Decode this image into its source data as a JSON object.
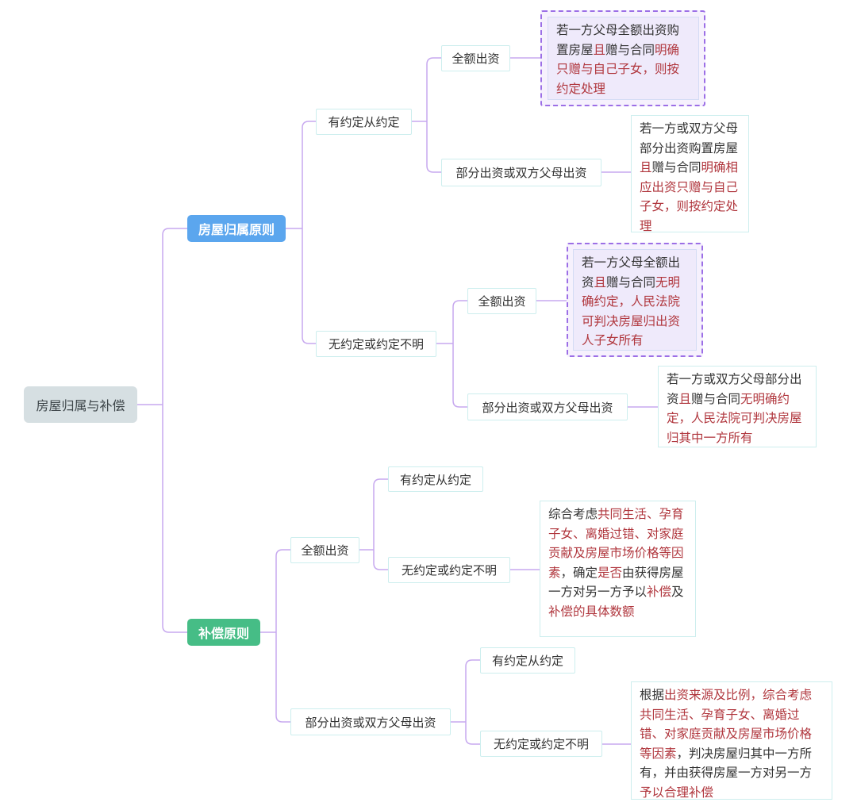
{
  "colors": {
    "line": "#c7a9ef",
    "highlight": "#b0363d",
    "blue": "#5ba6ee",
    "green": "#46bd86"
  },
  "root": "房屋归属与补偿",
  "ownership": {
    "label": "房屋归属原则",
    "agreed": {
      "label": "有约定从约定",
      "full": "全额出资",
      "partial": "部分出资或双方父母出资"
    },
    "unclear": {
      "label": "无约定或约定不明",
      "full": "全额出资",
      "partial": "部分出资或双方父母出资"
    }
  },
  "compensation": {
    "label": "补偿原则",
    "full": {
      "label": "全额出资",
      "agreed": "有约定从约定",
      "unclear": "无约定或约定不明"
    },
    "partial": {
      "label": "部分出资或双方父母出资",
      "agreed": "有约定从约定",
      "unclear": "无约定或约定不明"
    }
  },
  "notes": {
    "n1": [
      {
        "t": "若一方父母全额出资购置房屋"
      },
      {
        "t": "且",
        "hl": true
      },
      {
        "t": "赠与合同"
      },
      {
        "t": "明确只赠与自己子女，则按约定处理",
        "hl": true
      }
    ],
    "n2": [
      {
        "t": "若一方或双方父母部分出资购置房屋"
      },
      {
        "t": "且",
        "hl": true
      },
      {
        "t": "赠与合同"
      },
      {
        "t": "明确相应出资只赠与自己子女，则按约定处理",
        "hl": true
      }
    ],
    "n3": [
      {
        "t": "若一方父母全额出资"
      },
      {
        "t": "且",
        "hl": true
      },
      {
        "t": "赠与合同"
      },
      {
        "t": "无明确约定，人民法院可判决房屋归出资人子女所有",
        "hl": true
      }
    ],
    "n4": [
      {
        "t": "若一方或双方父母部分出资"
      },
      {
        "t": "且",
        "hl": true
      },
      {
        "t": "赠与合同"
      },
      {
        "t": "无明确约定，人民法院可判决房屋归其中一方所有",
        "hl": true
      }
    ],
    "n5": [
      {
        "t": "综合考虑"
      },
      {
        "t": "共同生活、孕育子女、离婚过错、对家庭贡献及房屋市场价格等因素",
        "hl": true
      },
      {
        "t": "，确定"
      },
      {
        "t": "是否",
        "hl": true
      },
      {
        "t": "由获得房屋一方对另一方予以"
      },
      {
        "t": "补偿",
        "hl": true
      },
      {
        "t": "及"
      },
      {
        "t": "补偿的具体数额",
        "hl": true
      }
    ],
    "n6": [
      {
        "t": "根据"
      },
      {
        "t": "出资来源及比例，综合考虑共同生活、孕育子女、离婚过错、对家庭贡献及房屋市场价格等因素",
        "hl": true
      },
      {
        "t": "，判决房屋归其中一方所有，并由获得房屋一方对另一方"
      },
      {
        "t": "予以合理补偿",
        "hl": true
      }
    ]
  }
}
